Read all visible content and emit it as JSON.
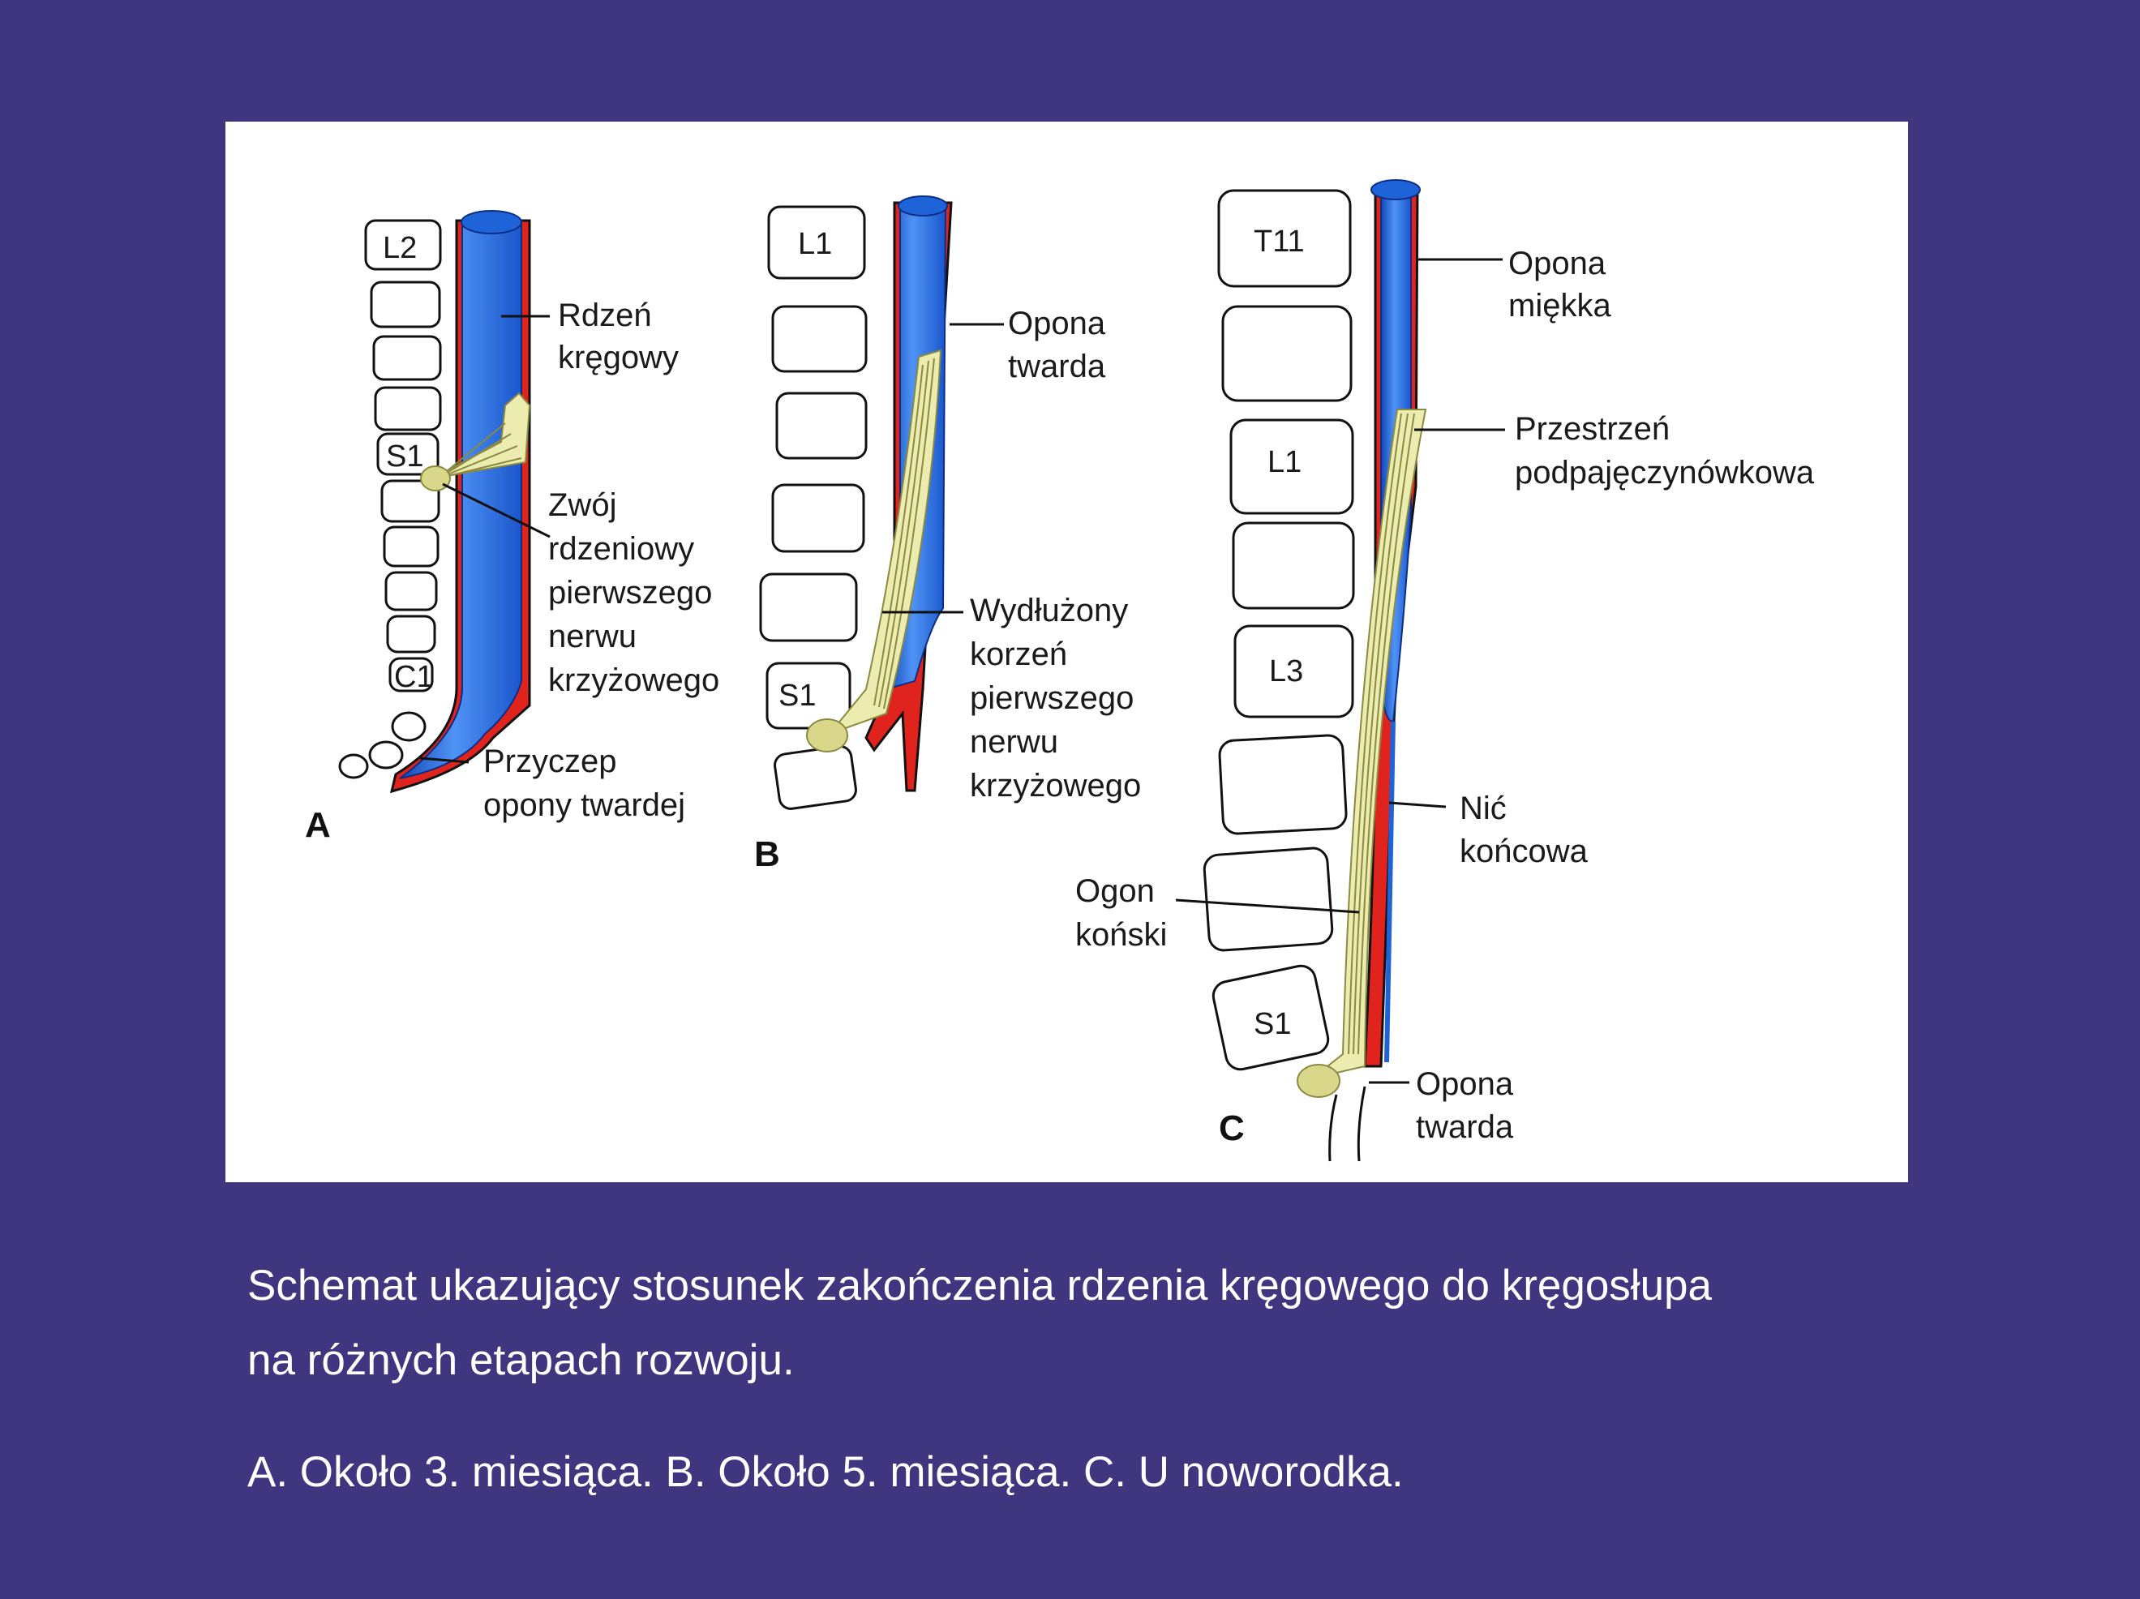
{
  "diagram": {
    "panel_a": {
      "letter": "A",
      "vertebrae": [
        "L2",
        "S1",
        "C1"
      ],
      "labels": {
        "spinal_cord": [
          "Rdzeń",
          "kręgowy"
        ],
        "ganglion": [
          "Zwój",
          "rdzeniowy",
          "pierwszego",
          "nerwu",
          "krzyżowego"
        ],
        "dura_attachment": [
          "Przyczep",
          "opony twardej"
        ]
      }
    },
    "panel_b": {
      "letter": "B",
      "vertebrae": [
        "L1",
        "S1"
      ],
      "labels": {
        "dura": [
          "Opona",
          "twarda"
        ],
        "root": [
          "Wydłużony",
          "korzeń",
          "pierwszego",
          "nerwu",
          "krzyżowego"
        ]
      }
    },
    "panel_c": {
      "letter": "C",
      "vertebrae": [
        "T11",
        "L1",
        "L3",
        "S1"
      ],
      "labels": {
        "pia": [
          "Opona",
          "miękka"
        ],
        "subarachnoid": [
          "Przestrzeń",
          "podpajęczynówkowa"
        ],
        "filum": [
          "Nić",
          "końcowa"
        ],
        "cauda": [
          "Ogon",
          "koński"
        ],
        "dura": [
          "Opona",
          "twarda"
        ]
      }
    },
    "colors": {
      "cord_blue": "#1f63d8",
      "cord_highlight": "#5aa0ff",
      "dura_red": "#e0231c",
      "nerve_yellow": "#ecebb0",
      "background": "#40367f"
    }
  },
  "caption": {
    "line1": "Schemat ukazujący stosunek zakończenia rdzenia kręgowego do kręgosłupa",
    "line2": "na różnych etapach rozwoju.",
    "stages": "A. Około 3. miesiąca. B. Około 5. miesiąca. C. U noworodka."
  }
}
